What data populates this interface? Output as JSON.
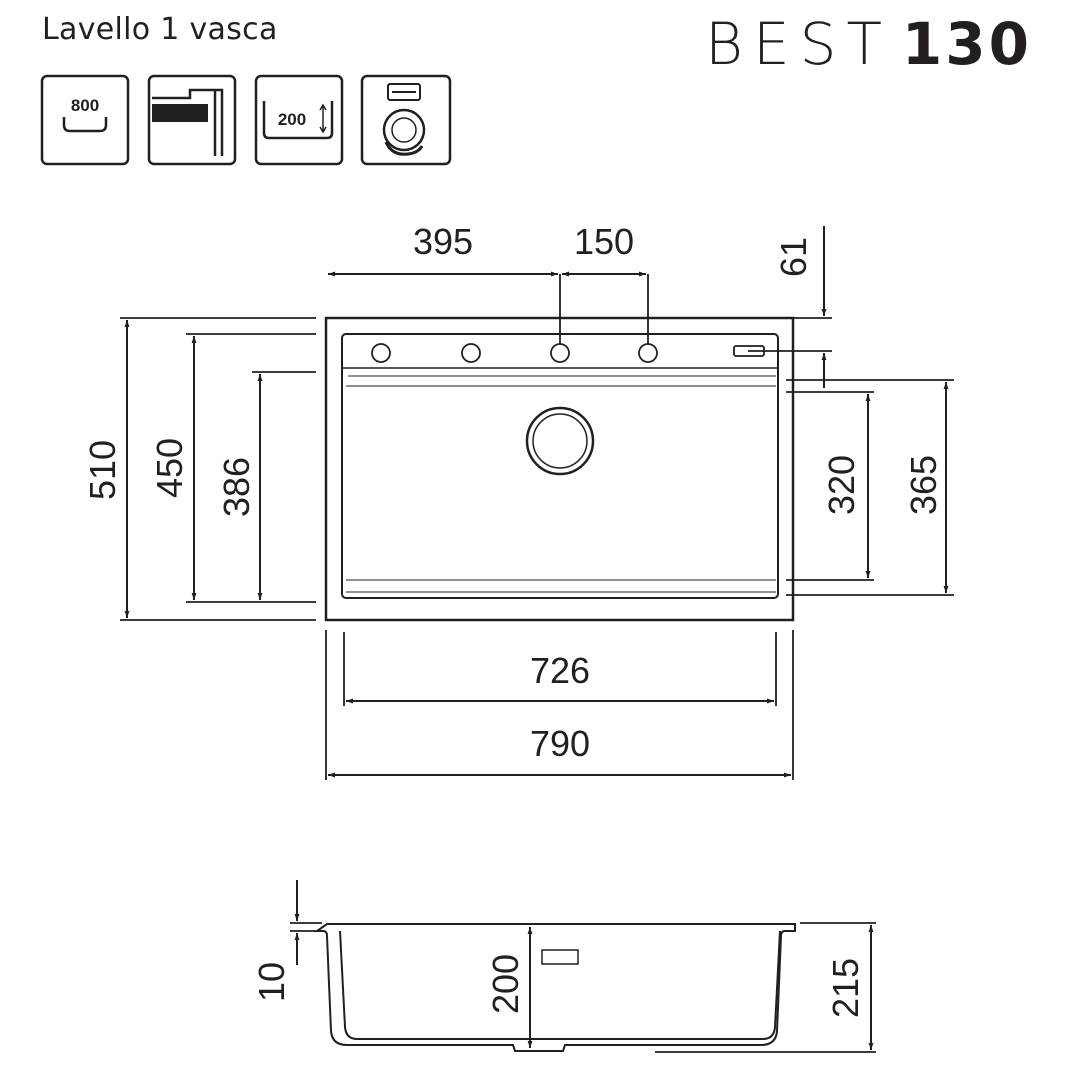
{
  "header": {
    "subtitle": "Lavello 1 vasca",
    "title_light": "BEST",
    "title_bold": "130"
  },
  "icons": [
    {
      "name": "cabinet-width-icon",
      "label": "800"
    },
    {
      "name": "mounting-type-icon",
      "label": ""
    },
    {
      "name": "bowl-depth-icon",
      "label": "200"
    },
    {
      "name": "drain-icon",
      "label": ""
    }
  ],
  "dimensions": {
    "tap_hole_offset": "395",
    "tap_hole_spacing": "150",
    "top_deck_depth": "61",
    "overall_depth": "510",
    "bowl_outer_depth": "450",
    "bowl_inner_depth": "386",
    "bowl_depth_right": "320",
    "bowl_depth_outer_right": "365",
    "bowl_width": "726",
    "overall_width": "790",
    "rim_thickness": "10",
    "bowl_height": "200",
    "overall_height": "215"
  },
  "colors": {
    "line": "#231f20",
    "background": "#ffffff"
  }
}
